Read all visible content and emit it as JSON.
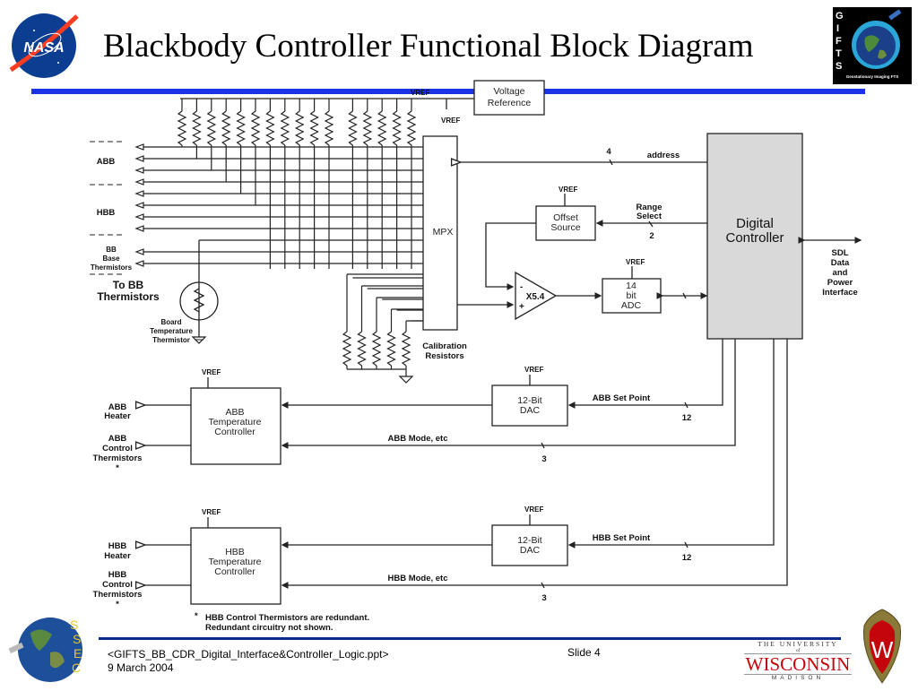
{
  "slide": {
    "title": "Blackbody Controller Functional Block Diagram",
    "logos": {
      "top_left": "nasa-logo",
      "top_right": "gifts-logo",
      "top_right_letters": [
        "G",
        "I",
        "F",
        "T",
        "S"
      ],
      "top_right_caption": "Geostationary Imaging FTS",
      "bottom_left": "ssec-logo",
      "bottom_left_letters": [
        "S",
        "S",
        "E",
        "C"
      ],
      "bottom_right": "uw-madison-crest",
      "uw_text_top": "THE UNIVERSITY",
      "uw_text_of": "of",
      "uw_text_main": "WISCONSIN",
      "uw_text_bottom": "MADISON"
    },
    "footer": {
      "filename": "<GIFTS_BB_CDR_Digital_Interface&Controller_Logic.ppt>",
      "date": "9 March 2004",
      "slide_number": "Slide 4"
    }
  },
  "diagram": {
    "blocks": {
      "voltage_reference": [
        "Voltage",
        "Reference"
      ],
      "mpx": "MPX",
      "offset_source": [
        "Offset",
        "Source"
      ],
      "amplifier": "X5.4",
      "amp_minus": "-",
      "amp_plus": "+",
      "adc": [
        "14",
        "bit",
        "ADC"
      ],
      "digital_controller": [
        "Digital",
        "Controller"
      ],
      "abb_controller": [
        "ABB",
        "Temperature",
        "Controller"
      ],
      "hbb_controller": [
        "HBB",
        "Temperature",
        "Controller"
      ],
      "abb_dac": [
        "12-Bit",
        "DAC"
      ],
      "hbb_dac": [
        "12-Bit",
        "DAC"
      ]
    },
    "vref": "VREF",
    "labels": {
      "abb": "ABB",
      "hbb": "HBB",
      "bb_base": [
        "BB",
        "Base",
        "Thermistors"
      ],
      "to_bb_thermistors": [
        "To BB",
        "Thermistors"
      ],
      "board_thermistor": [
        "Board",
        "Temperature",
        "Thermistor"
      ],
      "calibration_resistors": [
        "Calibration",
        "Resistors"
      ],
      "address": "address",
      "address_bits": "4",
      "range_select": [
        "Range",
        "Select"
      ],
      "range_bits": "2",
      "sdl_interface": [
        "SDL",
        "Data",
        "and",
        "Power",
        "Interface"
      ],
      "abb_heater": [
        "ABB",
        "Heater"
      ],
      "abb_control_thermistors": [
        "ABB",
        "Control",
        "Thermistors",
        "*"
      ],
      "hbb_heater": [
        "HBB",
        "Heater"
      ],
      "hbb_control_thermistors": [
        "HBB",
        "Control",
        "Thermistors",
        "*"
      ],
      "abb_set_point": "ABB  Set Point",
      "abb_set_point_bits": "12",
      "abb_mode": "ABB  Mode, etc",
      "abb_mode_bits": "3",
      "hbb_set_point": "HBB  Set Point",
      "hbb_set_point_bits": "12",
      "hbb_mode": "HBB  Mode, etc",
      "hbb_mode_bits": "3",
      "footnote_star": "*",
      "footnote": [
        "HBB Control Thermistors are redundant.",
        "Redundant circuitry not shown."
      ]
    },
    "pullup_resistor_count": 16,
    "calibration_resistor_count": 5
  }
}
